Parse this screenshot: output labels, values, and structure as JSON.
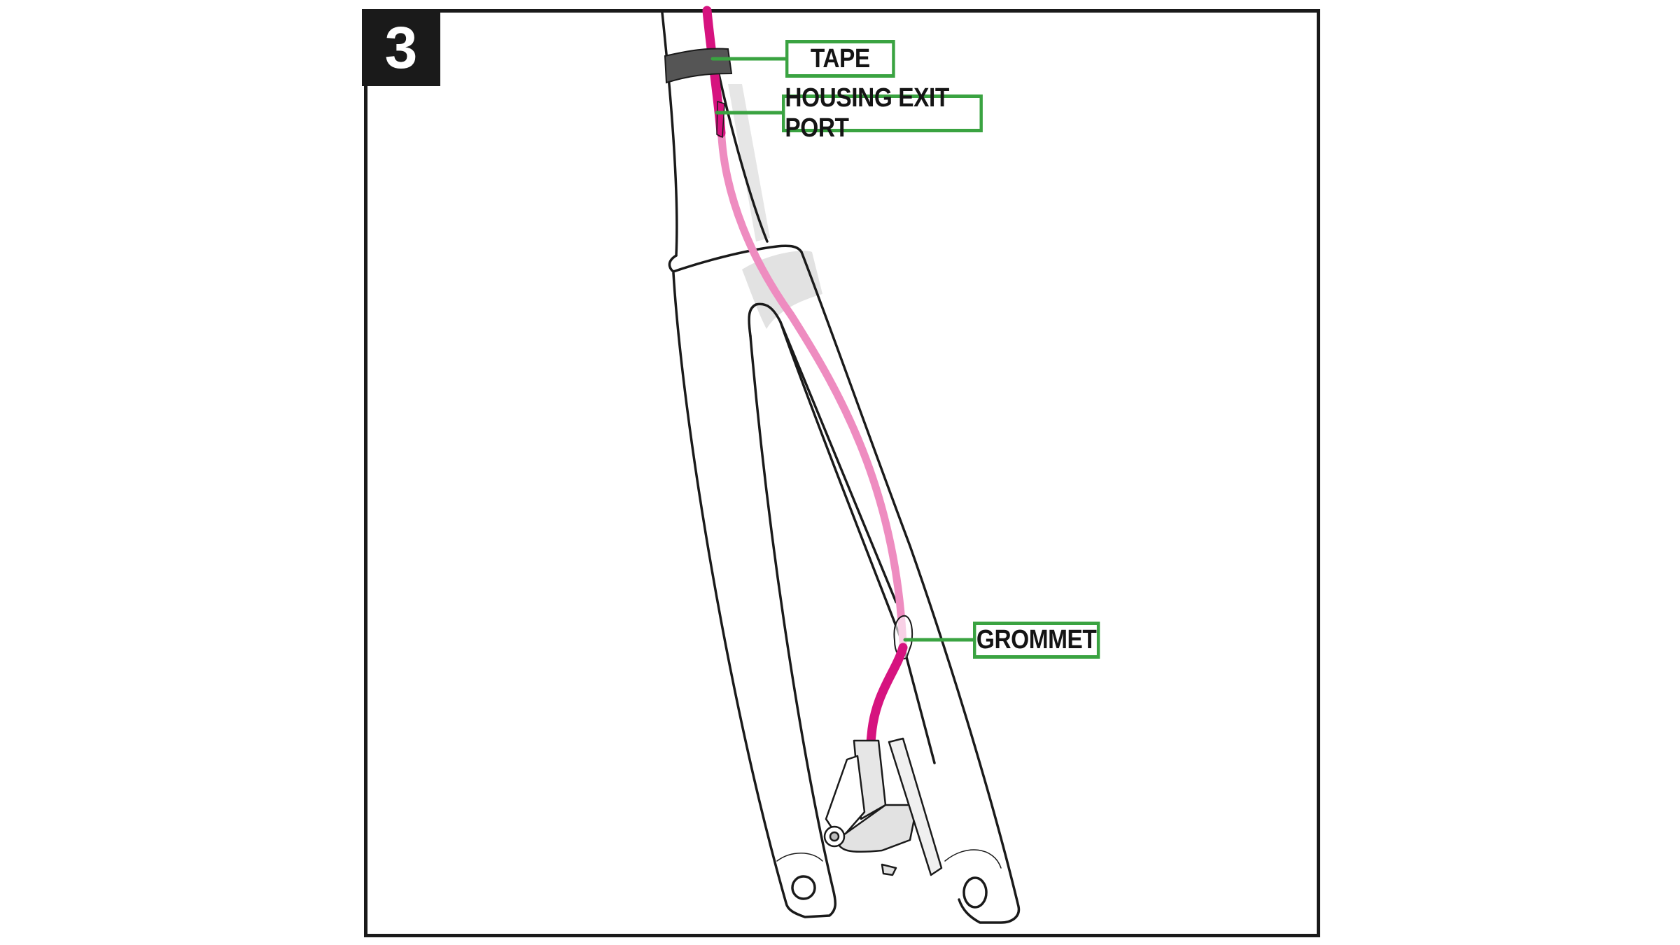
{
  "step": {
    "number": "3"
  },
  "callouts": {
    "tape": "TAPE",
    "housing_exit_port": "HOUSING EXIT PORT",
    "grommet": "GROMMET"
  },
  "colors": {
    "frame": "#1a1a1a",
    "callout_border": "#3aa341",
    "housing_external": "#d6137f",
    "housing_internal": "#ee8cc0",
    "tape": "#555555",
    "shading": "#e2e2e2"
  },
  "illustration": {
    "subject": "bicycle fork with internally routed brake housing and disc brake caliper"
  }
}
